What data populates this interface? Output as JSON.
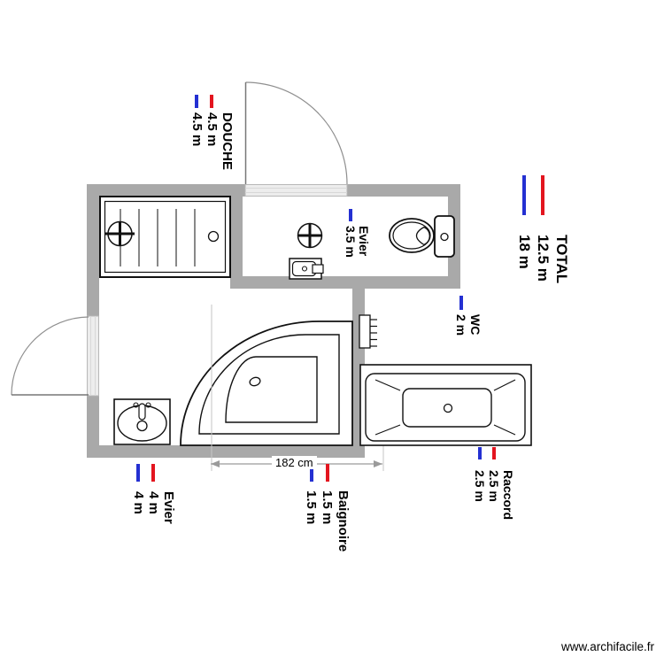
{
  "watermark": "www.archifacile.fr",
  "dimension": {
    "label": "182 cm"
  },
  "colors": {
    "wall": "#a9a9a9",
    "door_opening": "#ededed",
    "tick_red": "#e3151f",
    "tick_blue": "#2430d2",
    "dimension_line": "#9a9a9a",
    "fixture_stroke": "#111111"
  },
  "labels": {
    "douche": {
      "name": "DOUCHE",
      "m1": "4.5 m",
      "m1_tick": "red",
      "m2": "4.5 m",
      "m2_tick": "blue"
    },
    "evier_wc": {
      "name": "Evier",
      "m1": "3.5 m",
      "m1_tick": "blue"
    },
    "total": {
      "name": "TOTAL",
      "m1": "12.5 m",
      "m1_tick": "red",
      "m2": "18 m",
      "m2_tick": "blue"
    },
    "wc": {
      "name": "WC",
      "m1": "2 m",
      "m1_tick": "blue"
    },
    "evier_bas": {
      "name": "Evier",
      "m1": "4 m",
      "m1_tick": "red",
      "m2": "4 m",
      "m2_tick": "blue"
    },
    "baignoire": {
      "name": "Baignoire",
      "m1": "1.5 m",
      "m1_tick": "red",
      "m2": "1.5 m",
      "m2_tick": "blue"
    },
    "raccord": {
      "name": "Raccord",
      "m1": "2.5 m",
      "m1_tick": "red",
      "m2": "2.5 m",
      "m2_tick": "blue"
    }
  }
}
